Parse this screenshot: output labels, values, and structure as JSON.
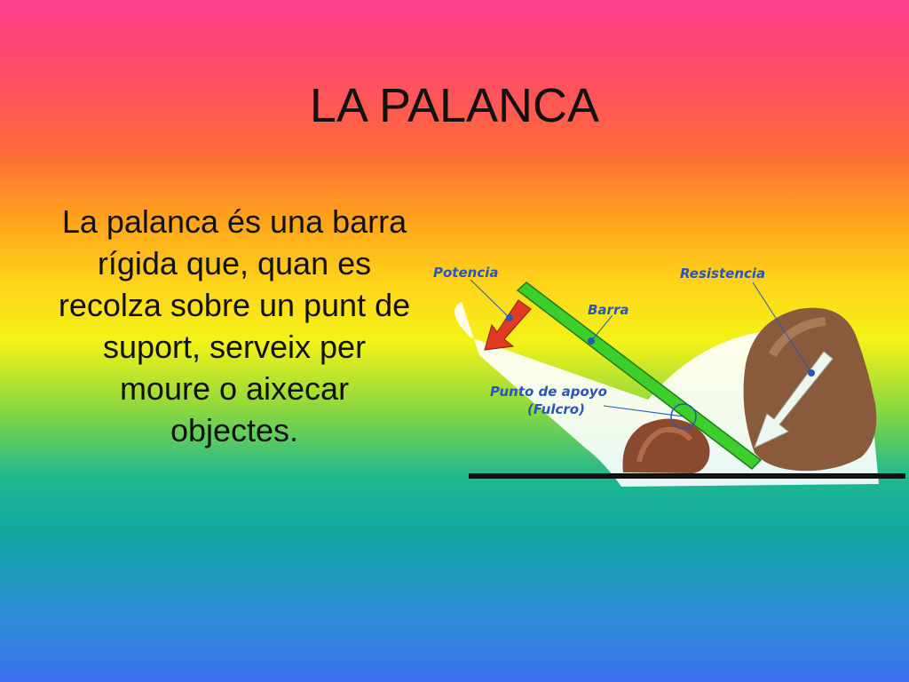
{
  "slide": {
    "title": "LA PALANCA",
    "body": "La palanca és una barra rígida que, quan es recolza sobre un punt de suport, serveix per moure o aixecar objectes."
  },
  "diagram": {
    "labels": {
      "potencia": "Potencia",
      "barra": "Barra",
      "resistencia": "Resistencia",
      "apoyo_line1": "Punto de apoyo",
      "apoyo_line2": "(Fulcro)"
    },
    "colors": {
      "bar": "#3ccf2c",
      "force_arrow": "#e23a22",
      "label": "#2a56b8",
      "rock": "#8a5a3c",
      "ground": "#111111"
    }
  }
}
